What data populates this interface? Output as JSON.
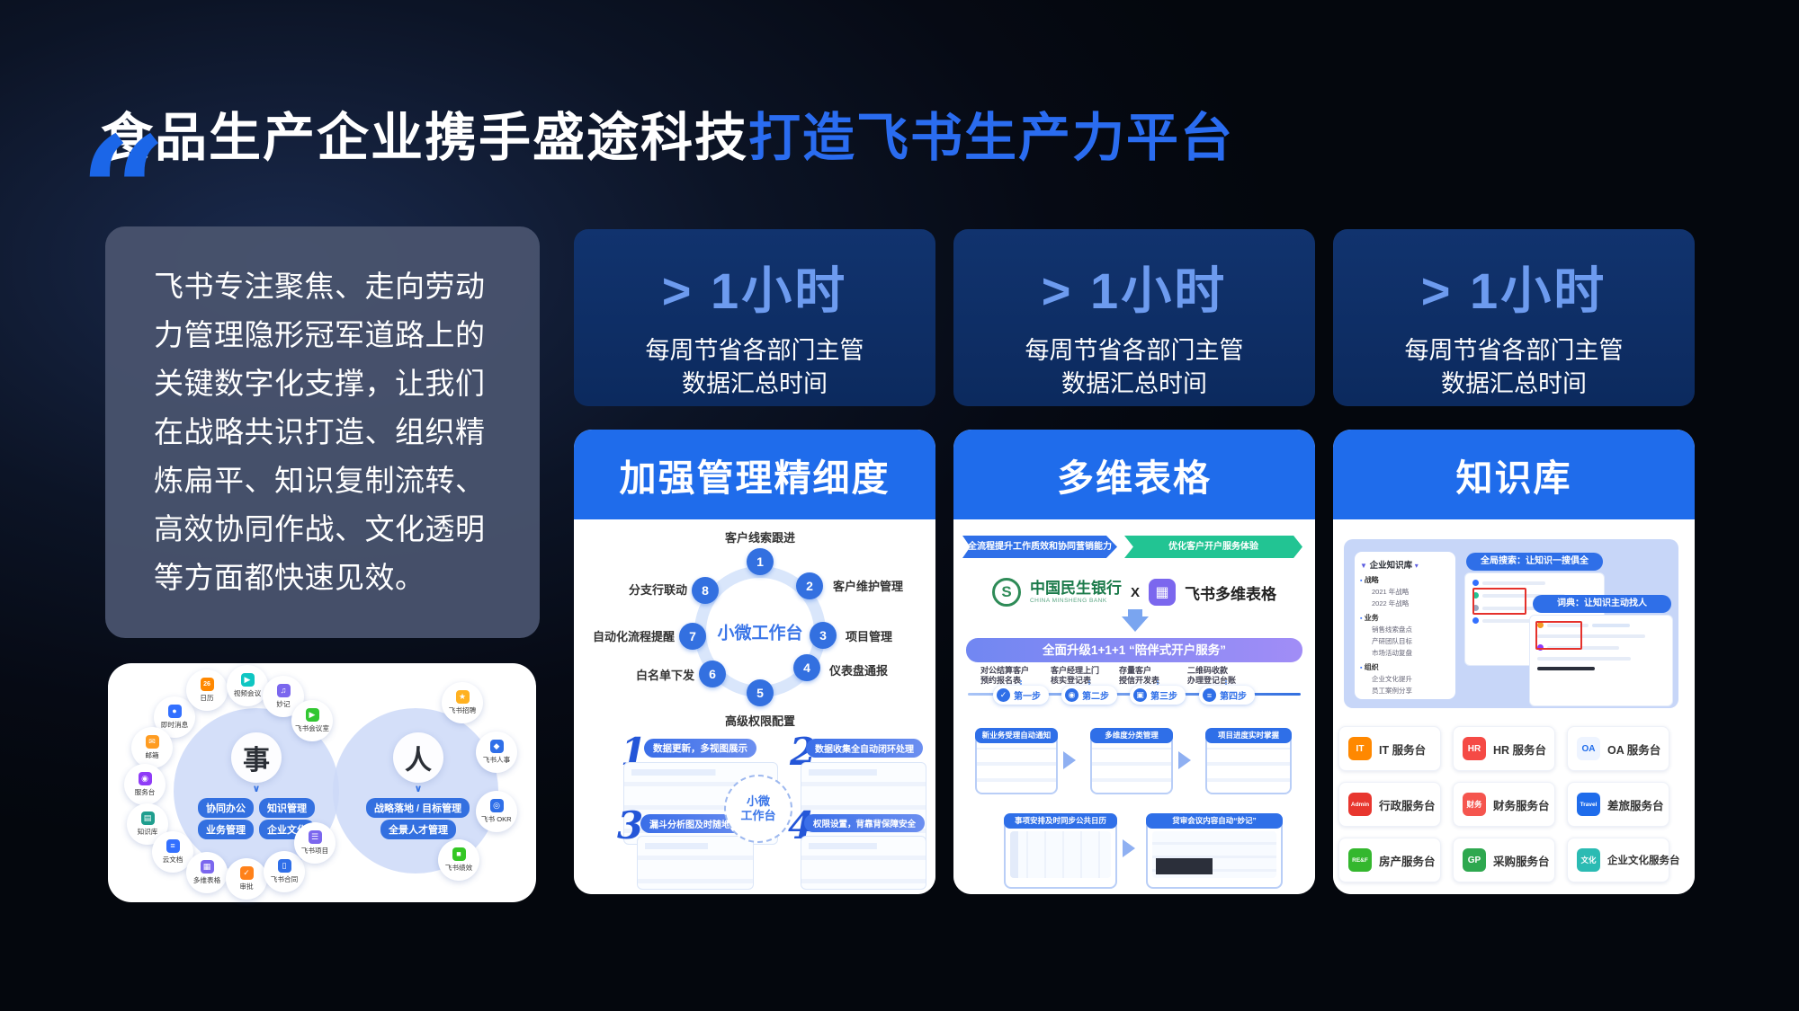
{
  "slide": {
    "title_white": "食品生产企业携手盛途科技",
    "title_blue": "打造飞书生产力平台",
    "quote_mark": "“",
    "quote_text": "飞书专注聚焦、走向劳动力管理隐形冠军道路上的关键数字化支撑，让我们在战略共识打造、组织精炼扁平、知识复制流转、高效协同作战、文化透明等方面都快速见效。",
    "accent_blue": "#2a6cf0",
    "panel_header_blue": "#1f6ceb",
    "stat_card_bg": "#0d2c62"
  },
  "ecosystem": {
    "left_center": "事",
    "right_center": "人",
    "left_pills": [
      "协同办公",
      "知识管理",
      "业务管理",
      "企业文化"
    ],
    "right_pills": [
      "战略落地 / 目标管理",
      "全景人才管理"
    ],
    "apps": [
      {
        "label": "即时消息",
        "glyph": "●",
        "color": "#3370ff"
      },
      {
        "label": "日历",
        "glyph": "26",
        "color": "#ff8800"
      },
      {
        "label": "视频会议",
        "glyph": "▶",
        "color": "#0fc6c2"
      },
      {
        "label": "妙记",
        "glyph": "♫",
        "color": "#7b67ee"
      },
      {
        "label": "飞书会议室",
        "glyph": "▶",
        "color": "#32c732"
      },
      {
        "label": "邮箱",
        "glyph": "✉",
        "color": "#ff9c21"
      },
      {
        "label": "服务台",
        "glyph": "◉",
        "color": "#8f3bf7"
      },
      {
        "label": "知识库",
        "glyph": "▤",
        "color": "#1f9e8e"
      },
      {
        "label": "云文档",
        "glyph": "≡",
        "color": "#3370ff"
      },
      {
        "label": "多维表格",
        "glyph": "▦",
        "color": "#7b67ee"
      },
      {
        "label": "审批",
        "glyph": "✓",
        "color": "#ff811a"
      },
      {
        "label": "飞书合同",
        "glyph": "▯",
        "color": "#2f6fe8"
      },
      {
        "label": "飞书项目",
        "glyph": "☰",
        "color": "#7b67ee"
      },
      {
        "label": "飞书招聘",
        "glyph": "★",
        "color": "#ffb121"
      },
      {
        "label": "飞书人事",
        "glyph": "◆",
        "color": "#2f6fe8"
      },
      {
        "label": "飞书 OKR",
        "glyph": "◎",
        "color": "#2f6fe8"
      },
      {
        "label": "飞书绩效",
        "glyph": "■",
        "color": "#34c724"
      }
    ]
  },
  "stats": {
    "value": "> 1小时",
    "line1": "每周节省各部门主管",
    "line2": "数据汇总时间"
  },
  "panel1": {
    "title": "加强管理精细度",
    "center": "小微工作台",
    "cycle": [
      {
        "n": "1",
        "label": "客户线索跟进"
      },
      {
        "n": "2",
        "label": "客户维护管理"
      },
      {
        "n": "3",
        "label": "项目管理"
      },
      {
        "n": "4",
        "label": "仪表盘通报"
      },
      {
        "n": "5",
        "label": "高级权限配置"
      },
      {
        "n": "6",
        "label": "白名单下发"
      },
      {
        "n": "7",
        "label": "自动化流程提醒"
      },
      {
        "n": "8",
        "label": "分支行联动"
      }
    ],
    "features": [
      {
        "n": "1",
        "label": "数据更新，多视图展示"
      },
      {
        "n": "2",
        "label": "数据收集全自动闭环处理"
      },
      {
        "n": "3",
        "label": "漏斗分析图及时随地呈现"
      },
      {
        "n": "4",
        "label": "权限设置，背靠背保障安全"
      }
    ],
    "feature_center_line1": "小微",
    "feature_center_line2": "工作台"
  },
  "panel2": {
    "title": "多维表格",
    "ribbon_blue": "全流程提升工作质效和协同营销能力",
    "ribbon_green": "优化客户开户服务体验",
    "bank_logo": "S",
    "bank_name": "中国民生银行",
    "bank_sub": "CHINA MINSHENG BANK",
    "cross": "X",
    "product_glyph": "▦",
    "product_name": "飞书多维表格",
    "upgrade": "全面升级1+1+1 “陪伴式开户服务”",
    "steps": [
      {
        "top": "对公结算客户",
        "sub": "预约报名表",
        "icon": "✓",
        "label": "第一步"
      },
      {
        "top": "客户经理上门",
        "sub": "核实登记表",
        "icon": "◉",
        "label": "第二步"
      },
      {
        "top": "存量客户",
        "sub": "授信开发表",
        "icon": "▣",
        "label": "第三步"
      },
      {
        "top": "二维码收款",
        "sub": "办理登记台账",
        "icon": "≡",
        "label": "第四步"
      }
    ],
    "flow_cards": [
      {
        "label": "新业务受理自动通知"
      },
      {
        "label": "多维度分类管理"
      },
      {
        "label": "项目进度实时掌握"
      }
    ],
    "bottom_cards": [
      {
        "label": "事项安排及时同步公共日历"
      },
      {
        "label": "贷审会议内容自动“妙记”"
      }
    ]
  },
  "panel3": {
    "title": "知识库",
    "sidebar_title": "企业知识库",
    "tree": [
      {
        "section": "战略",
        "items": [
          "2021 年战略",
          "2022 年战略"
        ]
      },
      {
        "section": "业务",
        "items": [
          "销售线索盘点",
          "产研团队目标",
          "市场活动复盘"
        ]
      },
      {
        "section": "组织",
        "items": [
          "企业文化提升",
          "员工案例分享"
        ]
      }
    ],
    "banner_search": "全局搜索：让知识一搜俱全",
    "banner_dict": "词典：让知识主动找人",
    "services": [
      {
        "label": "IT 服务台",
        "glyph": "IT",
        "color": "#ff8800",
        "fg": "#ffffff"
      },
      {
        "label": "HR 服务台",
        "glyph": "HR",
        "color": "#f54a45",
        "fg": "#ffffff"
      },
      {
        "label": "OA 服务台",
        "glyph": "OA",
        "color": "#eef4ff",
        "fg": "#1f6ceb"
      },
      {
        "label": "行政服务台",
        "glyph": "Admin",
        "color": "#e8362e",
        "fg": "#ffffff"
      },
      {
        "label": "财务服务台",
        "glyph": "财务",
        "color": "#f5554e",
        "fg": "#ffffff"
      },
      {
        "label": "差旅服务台",
        "glyph": "Travel",
        "color": "#1f6ceb",
        "fg": "#ffffff"
      },
      {
        "label": "房产服务台",
        "glyph": "RE&F",
        "color": "#34b72e",
        "fg": "#ffffff"
      },
      {
        "label": "采购服务台",
        "glyph": "GP",
        "color": "#2ea84f",
        "fg": "#ffffff"
      },
      {
        "label": "企业文化服务台",
        "glyph": "文化",
        "color": "#2bbbb3",
        "fg": "#ffffff"
      }
    ]
  }
}
